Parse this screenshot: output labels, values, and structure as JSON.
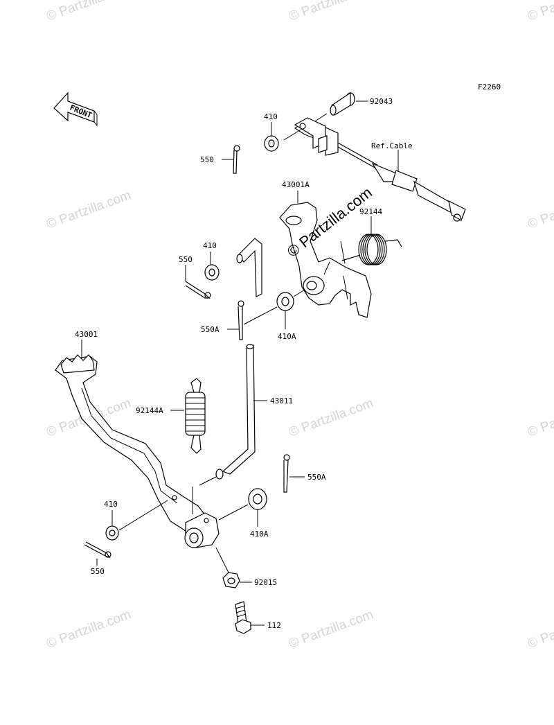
{
  "figure_code": "F2260",
  "front_label": "FRONT",
  "watermark_text": "© Partzilla.com",
  "center_watermark_text": "© Partzilla.com",
  "callouts": [
    {
      "id": "c-92043",
      "label": "92043"
    },
    {
      "id": "c-410-top",
      "label": "410"
    },
    {
      "id": "c-550-top",
      "label": "550"
    },
    {
      "id": "c-ref-cable",
      "label": "Ref.Cable"
    },
    {
      "id": "c-43001a",
      "label": "43001A"
    },
    {
      "id": "c-92144",
      "label": "92144"
    },
    {
      "id": "c-410-mid",
      "label": "410"
    },
    {
      "id": "c-550-mid",
      "label": "550"
    },
    {
      "id": "c-550a-mid",
      "label": "550A"
    },
    {
      "id": "c-410a-mid",
      "label": "410A"
    },
    {
      "id": "c-43001",
      "label": "43001"
    },
    {
      "id": "c-92144a",
      "label": "92144A"
    },
    {
      "id": "c-43011",
      "label": "43011"
    },
    {
      "id": "c-550a-low",
      "label": "550A"
    },
    {
      "id": "c-410-low",
      "label": "410"
    },
    {
      "id": "c-410a-low",
      "label": "410A"
    },
    {
      "id": "c-550-low",
      "label": "550"
    },
    {
      "id": "c-92015",
      "label": "92015"
    },
    {
      "id": "c-112",
      "label": "112"
    }
  ]
}
